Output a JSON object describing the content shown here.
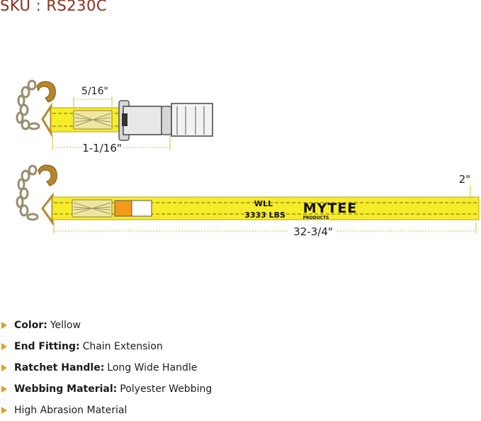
{
  "sku": "SKU : RS230C",
  "dims": {
    "short_width": "5/16\"",
    "short_length": "1-1/16\"",
    "long_width": "2\"",
    "long_length": "32-3/4\""
  },
  "webbing": {
    "wll_label": "WLL",
    "wll_value": "3333 LBS",
    "brand": "MYTEE",
    "brand_sub": "PRODUCTS"
  },
  "colors": {
    "webbing": "#f7ec2a",
    "dimension": "#e2b838",
    "bullet": "#d9a321",
    "sku": "#8a2e1f",
    "chain": "#9a8c6e",
    "hook": "#b8862a",
    "label_orange": "#f39a1b"
  },
  "features": [
    {
      "label": "Color:",
      "value": "Yellow"
    },
    {
      "label": "End Fitting:",
      "value": "Chain Extension"
    },
    {
      "label": "Ratchet Handle:",
      "value": "Long Wide Handle"
    },
    {
      "label": "Webbing Material:",
      "value": "Polyester Webbing"
    },
    {
      "label": "",
      "value": "High Abrasion Material"
    }
  ]
}
